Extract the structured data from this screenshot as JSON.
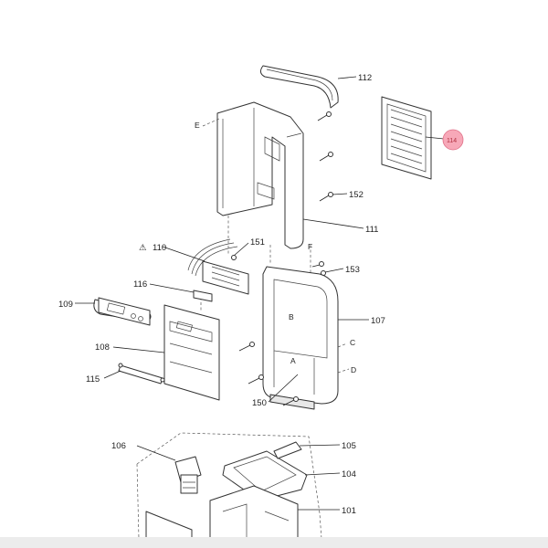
{
  "diagram": {
    "labels": {
      "p112": "112",
      "p114": "114",
      "pE": "E",
      "p152": "152",
      "p111": "111",
      "p110": "110",
      "p151": "151",
      "pF": "F",
      "p153": "153",
      "p116": "116",
      "p109": "109",
      "pB": "B",
      "p107": "107",
      "p108": "108",
      "pC": "C",
      "pA": "A",
      "p115": "115",
      "pD": "D",
      "p150": "150",
      "p106": "106",
      "p105": "105",
      "p104": "104",
      "p101": "101"
    },
    "warning_symbol": "⚠",
    "highlight_color": "#f7a8b8"
  }
}
